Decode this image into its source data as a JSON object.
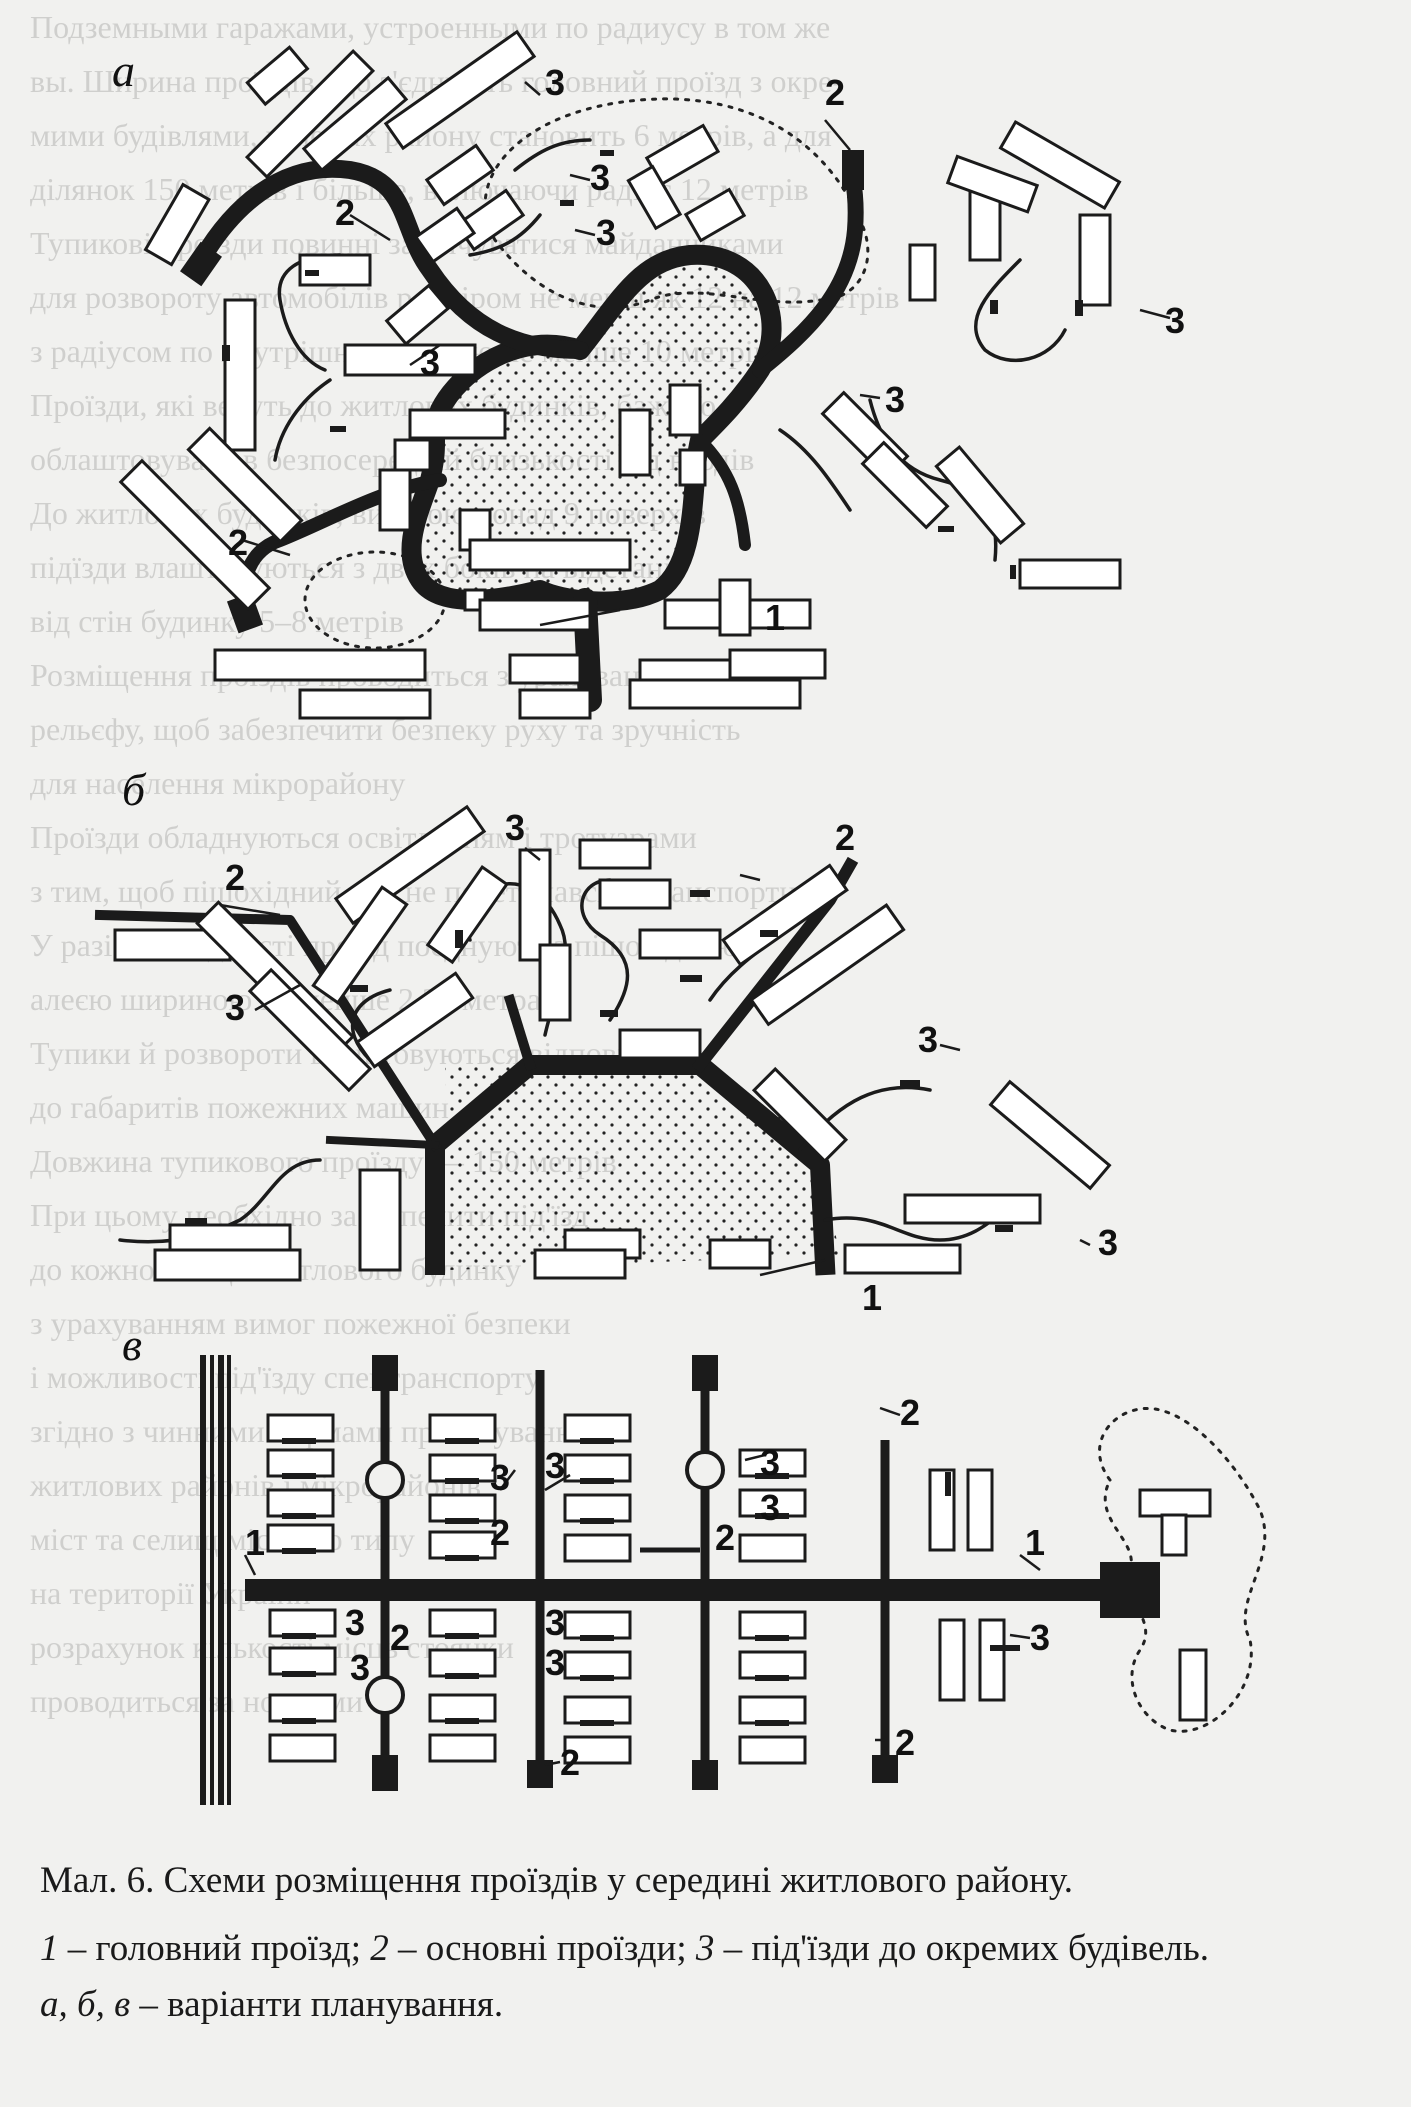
{
  "background_text": [
    "Подземными гаражами, устроенными по радиусу в том же",
    "вы. Ширина проїздів, що з'єднують головний проїзд з окре-",
    "мими будівлями, у межах району становить 6 метрів, а для",
    "ділянок 150 метрів і більше, включаючи радіус 12 метрів",
    "Тупикові проїзди повинні закінчуватися майданчиками",
    "для розвороту автомобілів розміром не менш як 12 на 12 метрів",
    "з радіусом по внутрішньому краю не менше 10 метрів",
    "Проїзди, які ведуть до житлових будинків, бажано",
    "облаштовувати в безпосередній близькості від входів",
    "До житлових будинків, висотою понад 9 поверхів",
    "підїзди влаштовуються з двох боків на відстані",
    "від стін будинку 5–8 метрів",
    "Розміщення проїздів проводиться з урахуванням",
    "рельєфу, щоб забезпечити безпеку руху та зручність",
    "для населення мікрорайону",
    "Проїзди обладнуються освітленням і тротуарами",
    "з тим, щоб пішохідний рух не перетинався з транспортним",
    "У разі необхідності проїзд поєднують з пішохідною",
    "алеєю шириною не менше 2,25 метра",
    "Тупики й розвороти влаштовуються відповідно",
    "до габаритів пожежних машин",
    "Довжина тупикового проїзду — 150 метрів",
    "При цьому необхідно забезпечити під'їзд",
    "до кожної секції житлового будинку",
    "з урахуванням вимог пожежної безпеки",
    "і можливості під'їзду спецтранспорту",
    "згідно з чинними нормами проектування",
    "житлових районів і мікрорайонів",
    "міст та селищ міського типу",
    "на території України",
    "розрахунок кількості місць стоянки",
    "проводиться за нормами"
  ],
  "diagram": {
    "panels": [
      {
        "letter": "а",
        "labels": [
          "1",
          "2",
          "2",
          "2",
          "3",
          "3",
          "3",
          "3",
          "3",
          "3"
        ]
      },
      {
        "letter": "б",
        "labels": [
          "1",
          "2",
          "2",
          "3",
          "3",
          "3",
          "3"
        ]
      },
      {
        "letter": "в",
        "labels": [
          "1",
          "1",
          "2",
          "2",
          "2",
          "2",
          "2",
          "2",
          "3",
          "3",
          "3",
          "3",
          "3",
          "3",
          "3",
          "3",
          "3"
        ]
      }
    ]
  },
  "caption": {
    "title": "Мал. 6. Схеми розміщення проїздів у середині житлового району.",
    "legend_1_num": "1",
    "legend_1_text": " – головний проїзд; ",
    "legend_2_num": "2",
    "legend_2_text": " – основні проїзди; ",
    "legend_3_num": "3",
    "legend_3_text": " – під'їзди до окремих будівель.",
    "variants_letters": "а, б, в",
    "variants_text": " – варіанти планування."
  }
}
